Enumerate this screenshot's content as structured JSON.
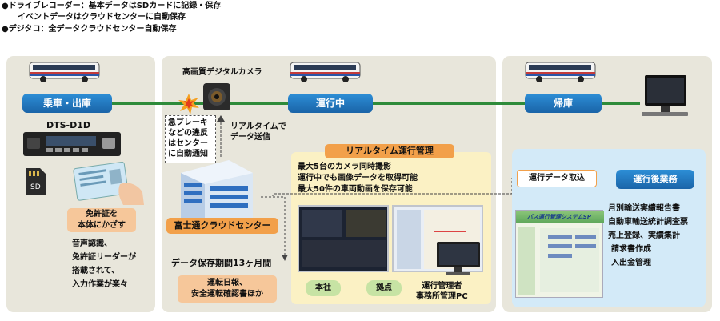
{
  "header": {
    "bullet1_line1": "●ドライブレコーダー：基本データはSDカードに記録・保存",
    "bullet1_line2": "イベントデータはクラウドセンターに自動保存",
    "bullet2": "●デジタコ：全データクラウドセンター自動保存"
  },
  "stages": {
    "boarding": "乗車・出庫",
    "operating": "運行中",
    "return": "帰庫"
  },
  "left": {
    "device_label": "DTS-D1D",
    "license_box": [
      "免許証を",
      "本体にかざす"
    ],
    "note_lines": [
      "音声認識、",
      "免許証リーダーが",
      "搭載されて、",
      "入力作業が楽々"
    ]
  },
  "middle": {
    "camera_label": "高画質デジタルカメラ",
    "event_lines": [
      "急ブレーキ",
      "などの違反",
      "はセンター",
      "に自動通知"
    ],
    "realtime_lines": [
      "リアルタイムで",
      "データ送信"
    ],
    "cloud_label": "富士通クラウドセンター",
    "retention": "データ保存期間13ヶ月間",
    "docs_lines": [
      "運転日報、",
      "安全運転確認書ほか"
    ],
    "mgmt_title": "リアルタイム運行管理",
    "mgmt_lines": [
      "最大5台のカメラ同時撮影",
      "運行中でも画像データを取得可能",
      "最大50件の車両動画を保存可能"
    ],
    "hq": "本社",
    "branch": "拠点",
    "pc_lines": [
      "運行管理者",
      "事務所管理PC"
    ]
  },
  "right": {
    "import_label": "運行データ取込",
    "post_title": "運行後業務",
    "tasks": [
      "月別輸送実績報告書",
      "自動車輸送統計調査票",
      "売上登録、実績集計",
      "請求書作成",
      "入出金管理"
    ],
    "software_title": "バス運行管理システムSP"
  },
  "colors": {
    "stage_blue": "#1f73bd",
    "route_green": "#2e8b3a",
    "orange": "#f2a04a",
    "panel": "#e8e6db"
  }
}
